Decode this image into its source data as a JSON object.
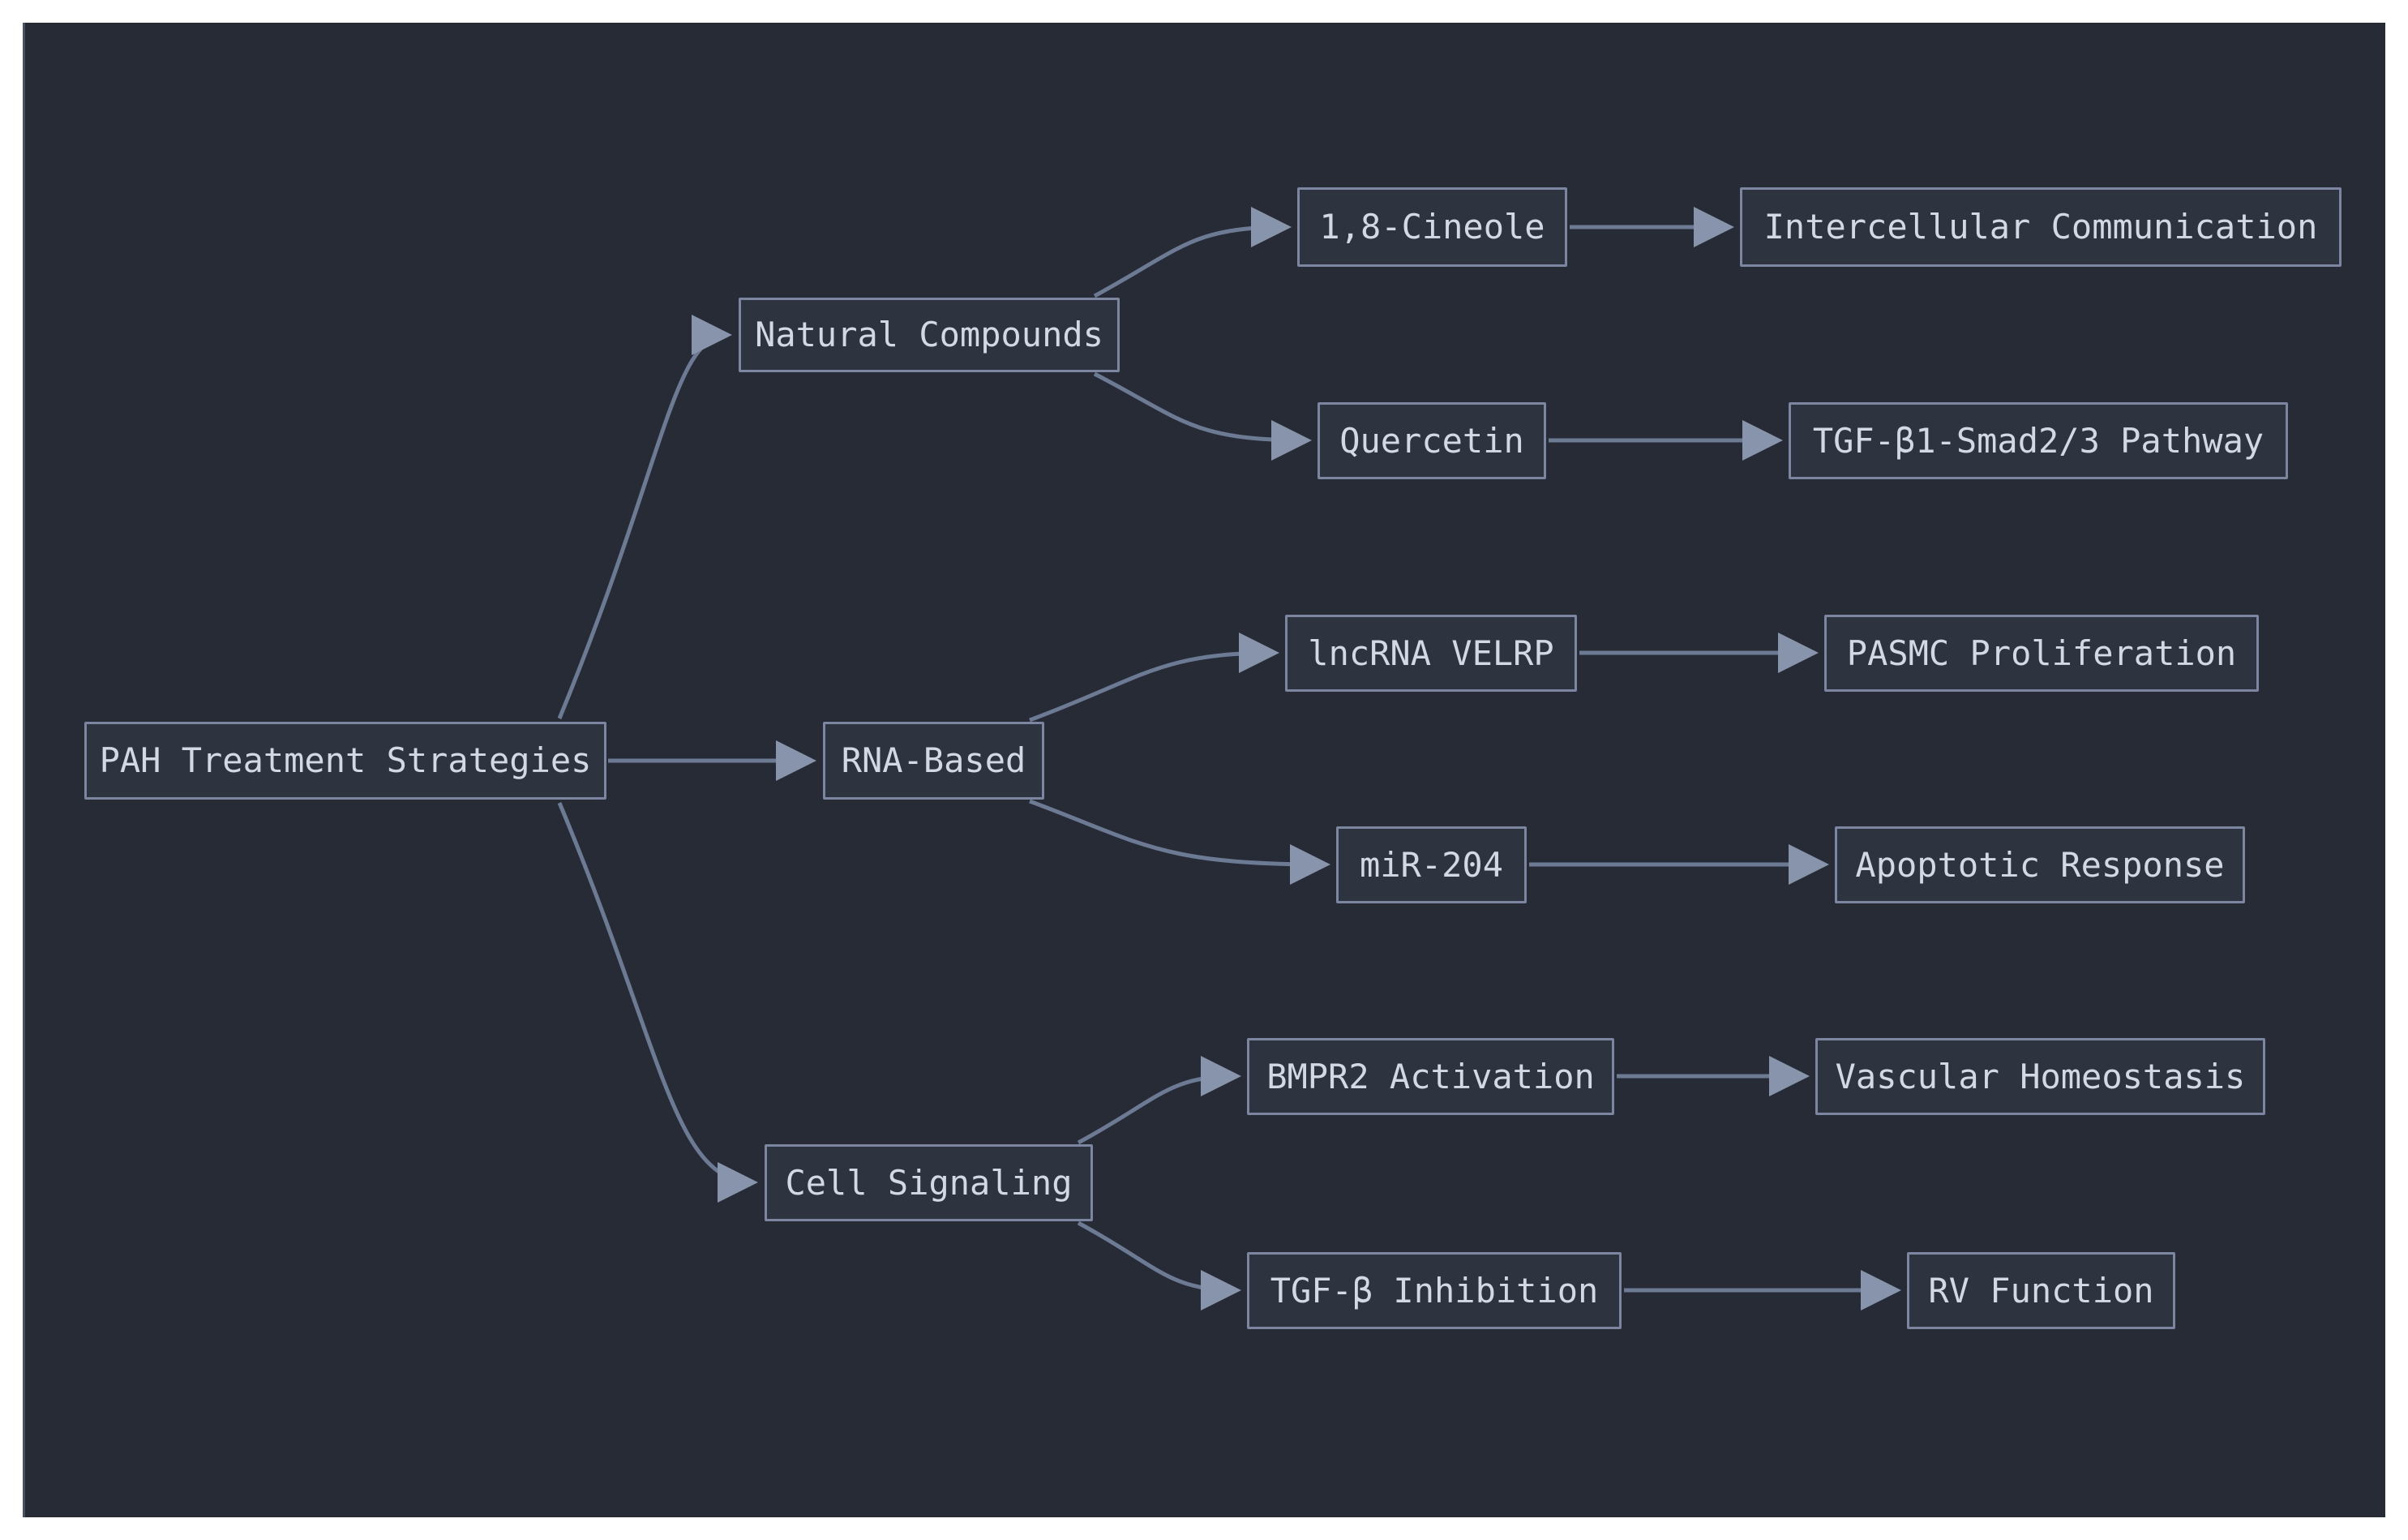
{
  "diagram": {
    "type": "flowchart",
    "direction": "left-to-right",
    "nodes": {
      "root": {
        "label": "PAH Treatment Strategies",
        "level": 0
      },
      "natural_compounds": {
        "label": "Natural Compounds",
        "level": 1
      },
      "rna_based": {
        "label": "RNA-Based",
        "level": 1
      },
      "cell_signaling": {
        "label": "Cell Signaling",
        "level": 1
      },
      "cineole": {
        "label": "1,8-Cineole",
        "level": 2
      },
      "quercetin": {
        "label": "Quercetin",
        "level": 2
      },
      "lncrna_velrp": {
        "label": "lncRNA VELRP",
        "level": 2
      },
      "mir_204": {
        "label": "miR-204",
        "level": 2
      },
      "bmpr2_activation": {
        "label": "BMPR2 Activation",
        "level": 2
      },
      "tgfb_inhibition": {
        "label": "TGF-β Inhibition",
        "level": 2
      },
      "intercellular": {
        "label": "Intercellular Communication",
        "level": 3
      },
      "tgfb1_smad": {
        "label": "TGF-β1-Smad2/3 Pathway",
        "level": 3
      },
      "pasmc": {
        "label": "PASMC Proliferation",
        "level": 3
      },
      "apoptotic": {
        "label": "Apoptotic Response",
        "level": 3
      },
      "vascular": {
        "label": "Vascular Homeostasis",
        "level": 3
      },
      "rv_function": {
        "label": "RV Function",
        "level": 3
      }
    },
    "edges": [
      {
        "from": "root",
        "to": "natural_compounds"
      },
      {
        "from": "root",
        "to": "rna_based"
      },
      {
        "from": "root",
        "to": "cell_signaling"
      },
      {
        "from": "natural_compounds",
        "to": "cineole"
      },
      {
        "from": "natural_compounds",
        "to": "quercetin"
      },
      {
        "from": "rna_based",
        "to": "lncrna_velrp"
      },
      {
        "from": "rna_based",
        "to": "mir_204"
      },
      {
        "from": "cell_signaling",
        "to": "bmpr2_activation"
      },
      {
        "from": "cell_signaling",
        "to": "tgfb_inhibition"
      },
      {
        "from": "cineole",
        "to": "intercellular"
      },
      {
        "from": "quercetin",
        "to": "tgfb1_smad"
      },
      {
        "from": "lncrna_velrp",
        "to": "pasmc"
      },
      {
        "from": "mir_204",
        "to": "apoptotic"
      },
      {
        "from": "bmpr2_activation",
        "to": "vascular"
      },
      {
        "from": "tgfb_inhibition",
        "to": "rv_function"
      }
    ],
    "colors": {
      "page_bg": "#ffffff",
      "canvas_bg": "#262b36",
      "node_fill": "#2d333f",
      "node_border": "#7c86a0",
      "node_text": "#d2d8e4",
      "edge_line": "#6d7a94",
      "arrowhead": "#8794ac"
    }
  }
}
